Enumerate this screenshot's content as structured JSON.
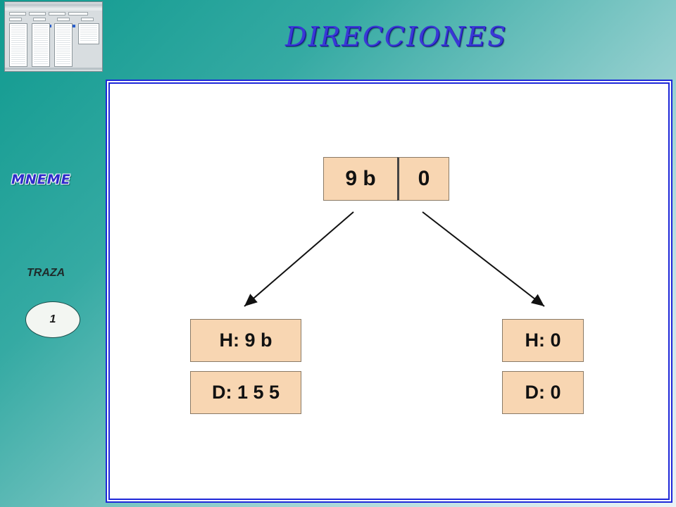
{
  "header": {
    "title": "DIRECCIONES"
  },
  "sidebar": {
    "logo": "MNEME",
    "trace_label": "TRAZA",
    "step_number": "1"
  },
  "diagram": {
    "root": {
      "left": "9 b",
      "right": "0"
    },
    "left_node": {
      "h": "H: 9 b",
      "d": "D: 1 5 5"
    },
    "right_node": {
      "h": "H: 0",
      "d": "D: 0"
    }
  },
  "colors": {
    "title": "#3a38d6",
    "frame_border": "#1e28d8",
    "node_fill": "#f8d6b2",
    "background_start": "#0f9a8f",
    "background_end": "#eaf3f6"
  }
}
